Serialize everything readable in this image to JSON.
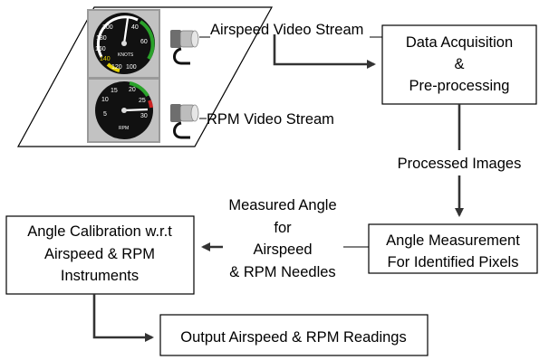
{
  "nodes": {
    "acquisition": {
      "lines": [
        "Data Acquisition",
        "&",
        "Pre-processing"
      ]
    },
    "measurement": {
      "lines": [
        "Angle Measurement",
        "For Identified Pixels"
      ]
    },
    "calibration": {
      "lines": [
        "Angle Calibration w.r.t",
        "Airspeed & RPM",
        "Instruments"
      ]
    },
    "output": {
      "label": "Output Airspeed & RPM Readings"
    }
  },
  "edges": {
    "airspeed_stream": "Airspeed Video Stream",
    "rpm_stream": "RPM Video Stream",
    "processed": "Processed Images",
    "measured": [
      "Measured Angle",
      "for",
      "Airspeed",
      "& RPM Needles"
    ]
  },
  "instruments": {
    "airspeed_dial_labels": [
      "200",
      "180",
      "160",
      "140",
      "120",
      "100",
      "40",
      "60",
      "KNOTS"
    ],
    "rpm_dial_labels": [
      "5",
      "10",
      "15",
      "20",
      "25",
      "30",
      "RPM"
    ]
  },
  "icons": [
    "airspeed-gauge-icon",
    "rpm-gauge-icon",
    "video-camera-icon"
  ],
  "colors": {
    "edge": "#333333",
    "gauge_face": "#111111",
    "gauge_bezel": "#9a9a9a",
    "green_arc": "#2aa22a"
  }
}
